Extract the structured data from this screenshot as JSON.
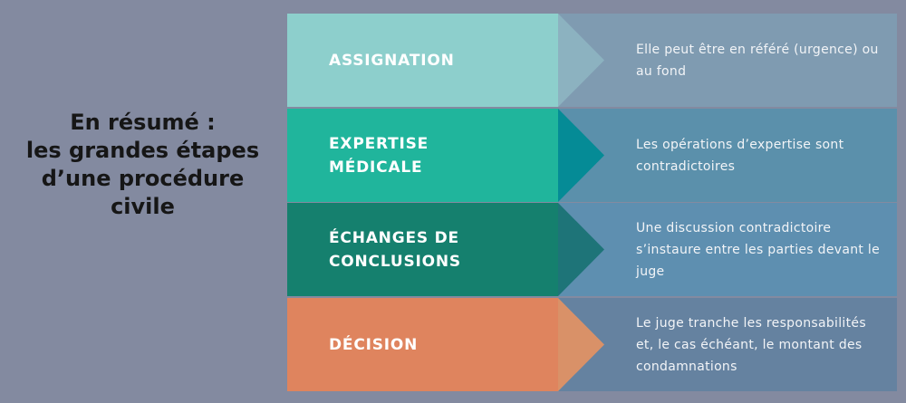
{
  "title_lines": [
    "En résumé :",
    "les grandes étapes",
    "d’une procédure",
    "civile"
  ],
  "steps": [
    {
      "label": "ASSIGNATION",
      "description": "Elle peut être en référé (urgence) ou au fond",
      "color": "#8dcfcc",
      "arrow_color": "#8cb2c0",
      "panel_color": "#7f9bb1"
    },
    {
      "label": "EXPERTISE\nMÉDICALE",
      "description": "Les opérations d’expertise sont contradictoires",
      "color": "#20b59c",
      "arrow_color": "#058b96",
      "panel_color": "#5b90ab"
    },
    {
      "label": "ÉCHANGES DE\nCONCLUSIONS",
      "description": "Une discussion contradictoire s’instaure entre les parties devant le juge",
      "color": "#15806e",
      "arrow_color": "#1e7478",
      "panel_color": "#5e8fb0"
    },
    {
      "label": "DÉCISION",
      "description": "Le juge tranche les responsabilités et, le cas échéant, le montant des condamnations",
      "color": "#df845e",
      "arrow_color": "#d99168",
      "panel_color": "#6582a0"
    }
  ]
}
